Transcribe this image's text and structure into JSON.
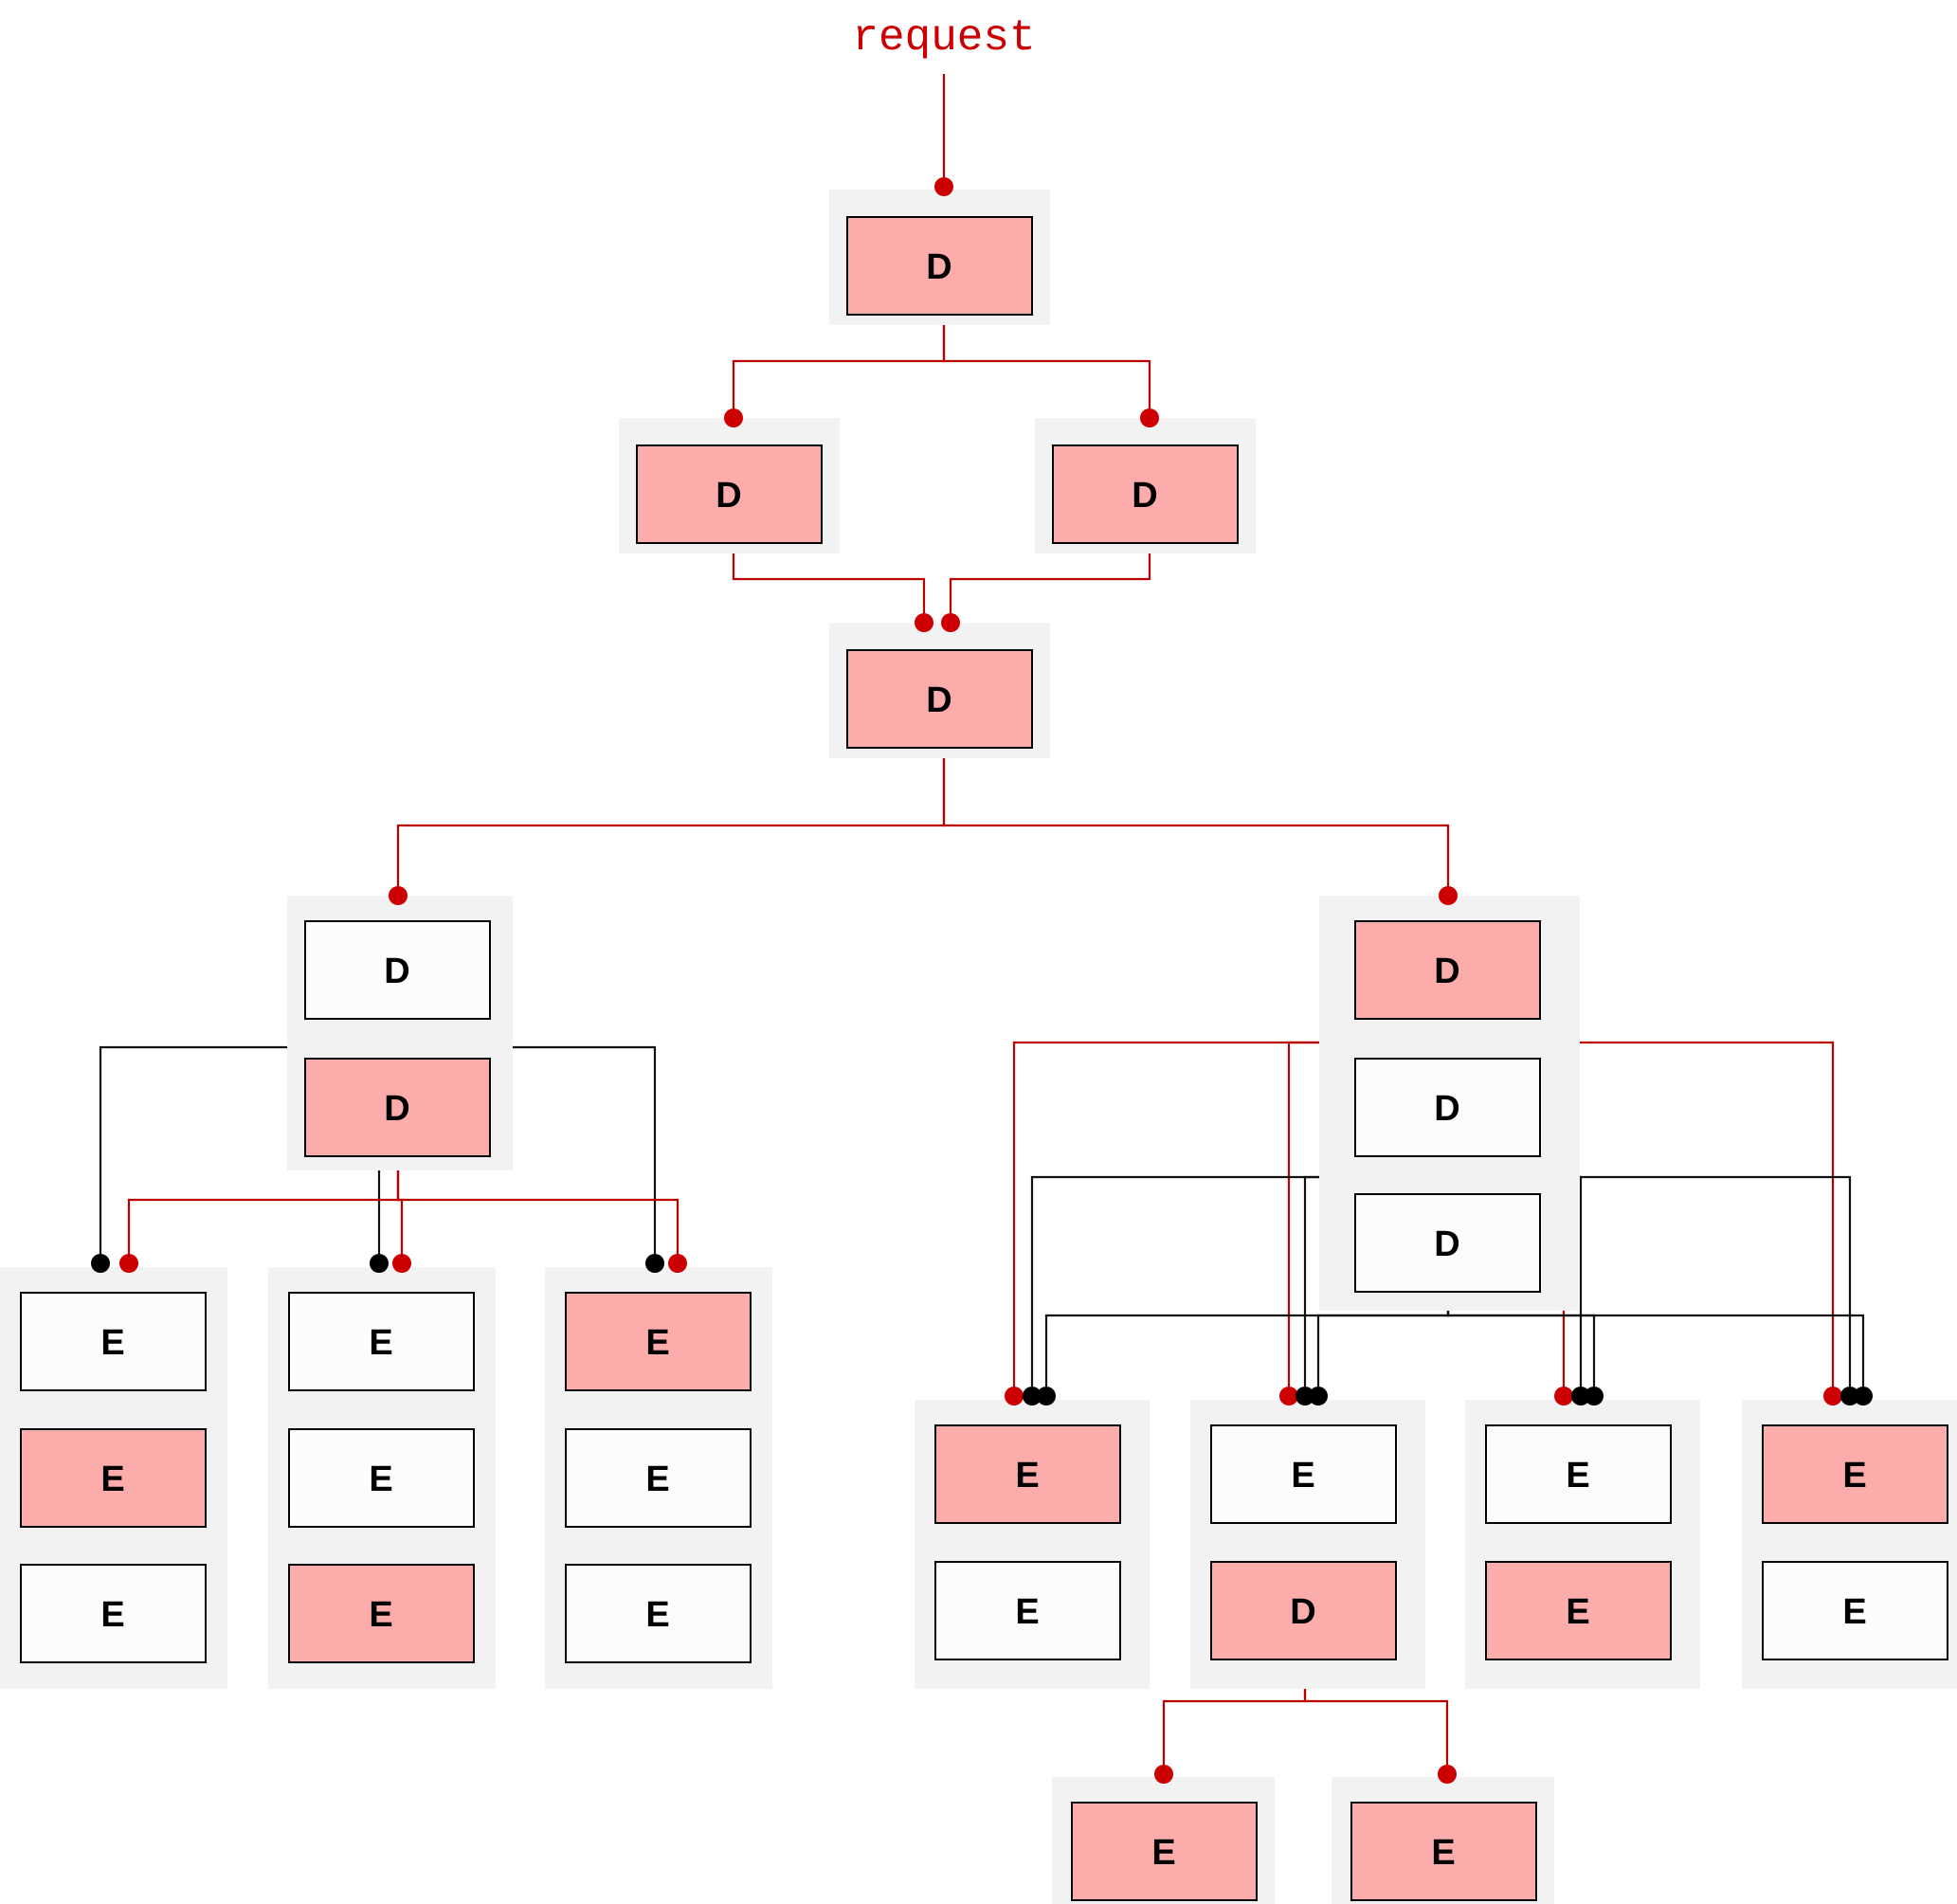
{
  "diagram": {
    "title_label": "request",
    "colors": {
      "accent_red": "#cc0000",
      "edge_red": "#bb0000",
      "node_filled": "#fcacaa",
      "node_empty": "#fcfcfc",
      "cluster_bg": "#f2f2f2",
      "node_border": "#000000",
      "edge_black": "#111111"
    },
    "legend_note": "",
    "nodes": {
      "root_d": {
        "label": "D",
        "state": "filled"
      },
      "r2_left_d": {
        "label": "D",
        "state": "filled"
      },
      "r2_right_d": {
        "label": "D",
        "state": "filled"
      },
      "r3_merge_d": {
        "label": "D",
        "state": "filled"
      },
      "left_cluster_d_top": {
        "label": "D",
        "state": "empty"
      },
      "left_cluster_d_bottom": {
        "label": "D",
        "state": "filled"
      },
      "left_e1_a": {
        "label": "E",
        "state": "empty"
      },
      "left_e1_b": {
        "label": "E",
        "state": "filled"
      },
      "left_e1_c": {
        "label": "E",
        "state": "empty"
      },
      "left_e2_a": {
        "label": "E",
        "state": "empty"
      },
      "left_e2_b": {
        "label": "E",
        "state": "empty"
      },
      "left_e2_c": {
        "label": "E",
        "state": "filled"
      },
      "left_e3_a": {
        "label": "E",
        "state": "filled"
      },
      "left_e3_b": {
        "label": "E",
        "state": "empty"
      },
      "left_e3_c": {
        "label": "E",
        "state": "empty"
      },
      "right_cluster_d_top": {
        "label": "D",
        "state": "filled"
      },
      "right_cluster_d_mid": {
        "label": "D",
        "state": "empty"
      },
      "right_cluster_d_low": {
        "label": "D",
        "state": "empty"
      },
      "right_e1_a": {
        "label": "E",
        "state": "filled"
      },
      "right_e1_b": {
        "label": "E",
        "state": "empty"
      },
      "right_e2_a": {
        "label": "E",
        "state": "empty"
      },
      "right_e2_b": {
        "label": "D",
        "state": "filled"
      },
      "right_e3_a": {
        "label": "E",
        "state": "empty"
      },
      "right_e3_b": {
        "label": "E",
        "state": "filled"
      },
      "right_e4_a": {
        "label": "E",
        "state": "filled"
      },
      "right_e4_b": {
        "label": "E",
        "state": "empty"
      },
      "leaf_e_left": {
        "label": "E",
        "state": "filled"
      },
      "leaf_e_right": {
        "label": "E",
        "state": "filled"
      }
    }
  }
}
